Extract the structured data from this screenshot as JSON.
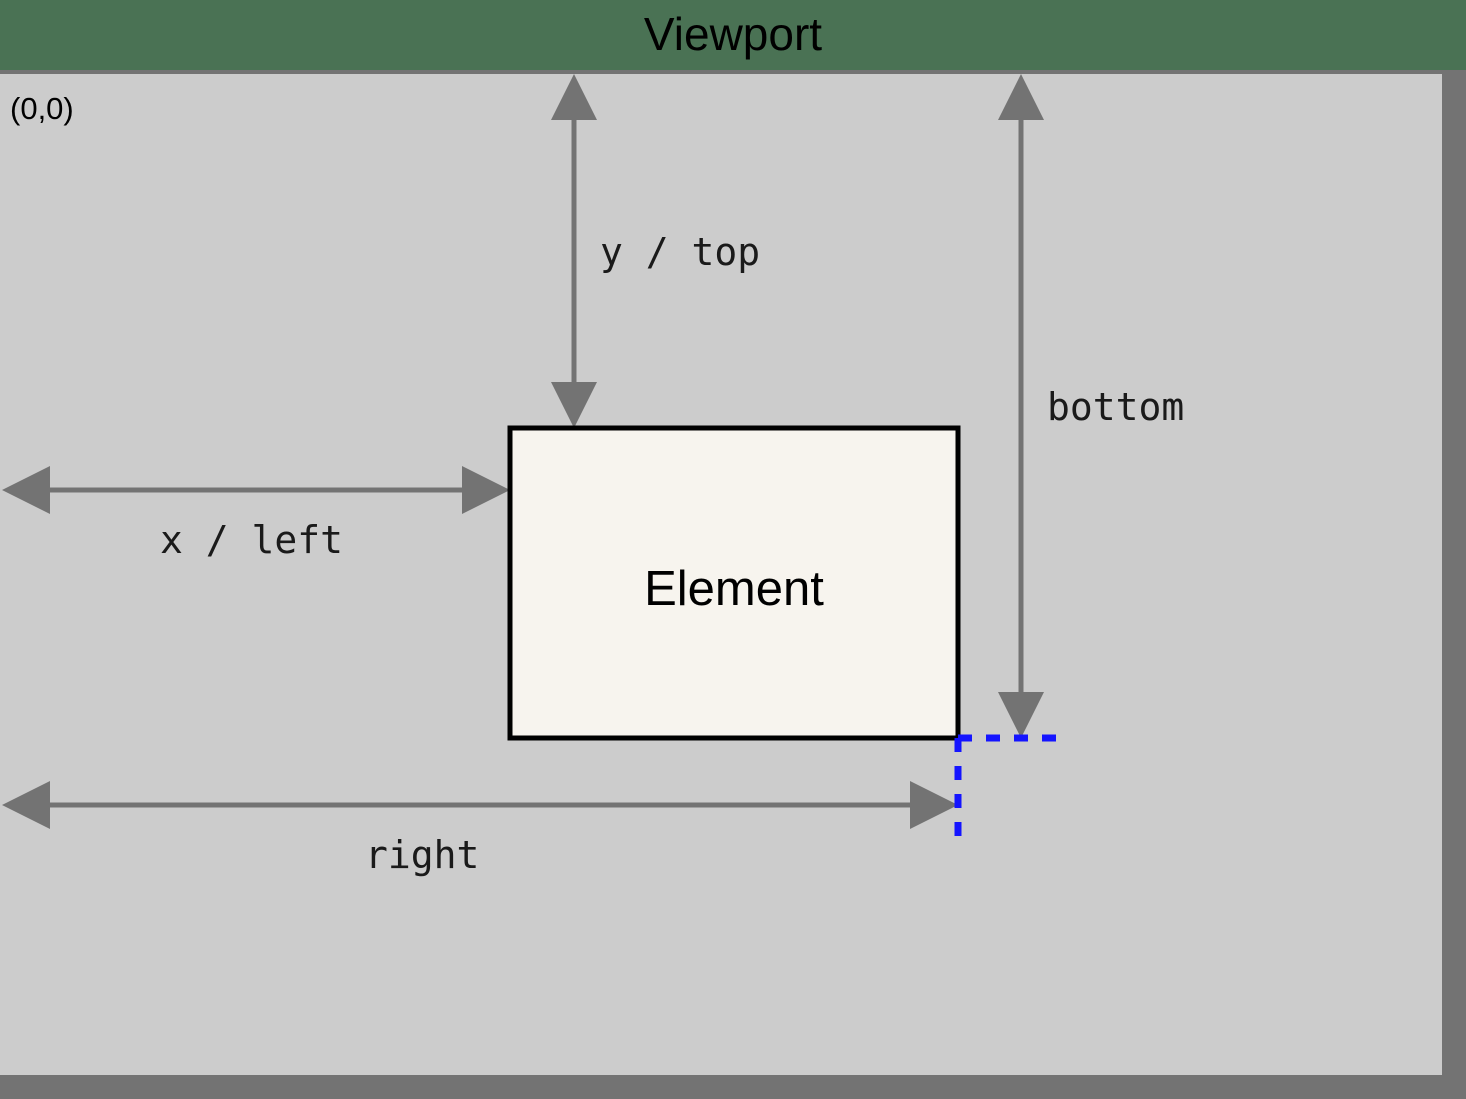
{
  "header": {
    "title": "Viewport",
    "background_color": "#4a7254",
    "text_color": "#000000"
  },
  "viewport": {
    "origin_label": "(0,0)",
    "background_color": "#cccccc",
    "border_color": "#737373"
  },
  "element": {
    "label": "Element",
    "fill_color": "#f7f4ee",
    "border_color": "#000000"
  },
  "measurements": [
    {
      "id": "y-top",
      "label": "y / top",
      "orientation": "vertical"
    },
    {
      "id": "bottom",
      "label": "bottom",
      "orientation": "vertical"
    },
    {
      "id": "x-left",
      "label": "x / left",
      "orientation": "horizontal"
    },
    {
      "id": "right",
      "label": "right",
      "orientation": "horizontal"
    }
  ],
  "guides": {
    "color": "#1414ff",
    "style": "dashed"
  },
  "arrow_color": "#737373"
}
